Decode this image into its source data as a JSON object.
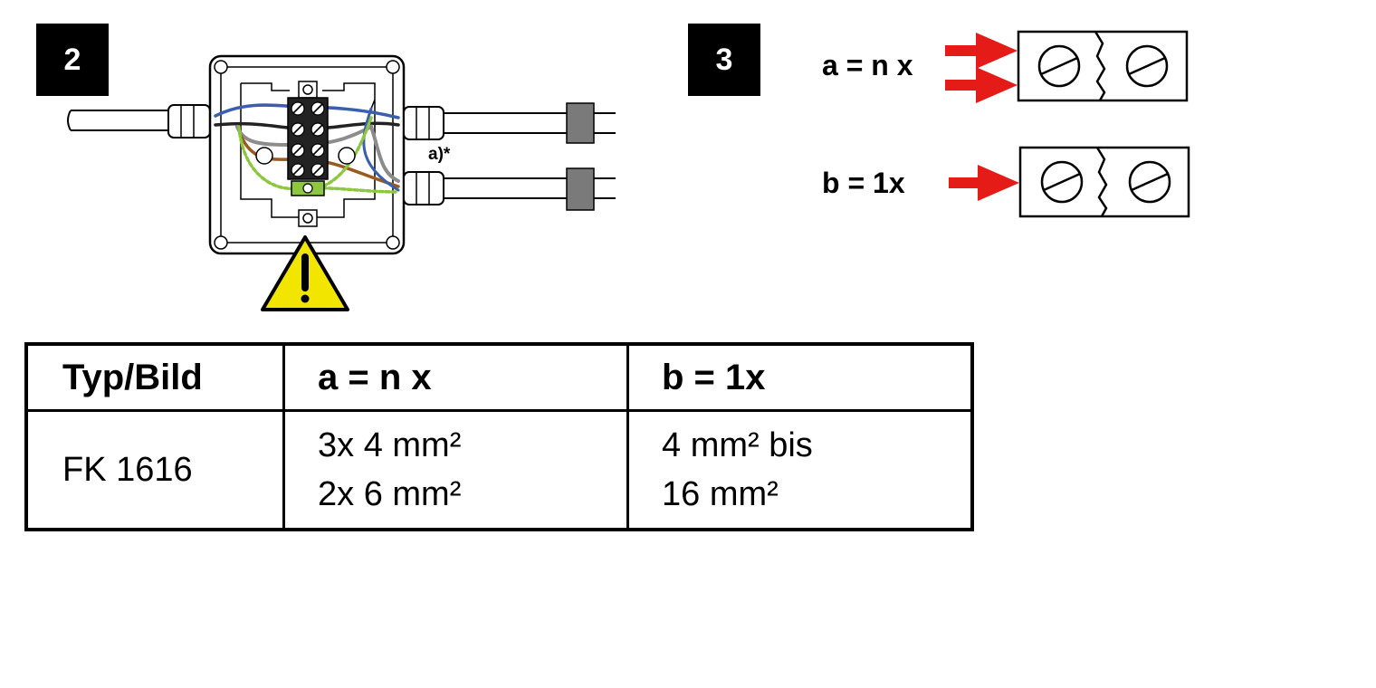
{
  "figure2": {
    "badge": "2",
    "annotation": "a)*"
  },
  "figure3": {
    "badge": "3",
    "label_a": "a = n x",
    "label_b": "b = 1x"
  },
  "table": {
    "headers": [
      "Typ/Bild",
      "a = n x",
      "b = 1x"
    ],
    "row": {
      "type": "FK 1616",
      "a_lines": [
        "3x 4 mm²",
        "2x 6 mm²"
      ],
      "b_lines": [
        "4 mm² bis",
        "16 mm²"
      ]
    }
  },
  "colors": {
    "arrow": "#e41b17",
    "warning": "#f2e600",
    "wire_blue": "#3a5fb0",
    "wire_brown": "#9a5a1e",
    "wire_grey": "#8c8c8c",
    "wire_green_yellow": "#8dc63f"
  }
}
